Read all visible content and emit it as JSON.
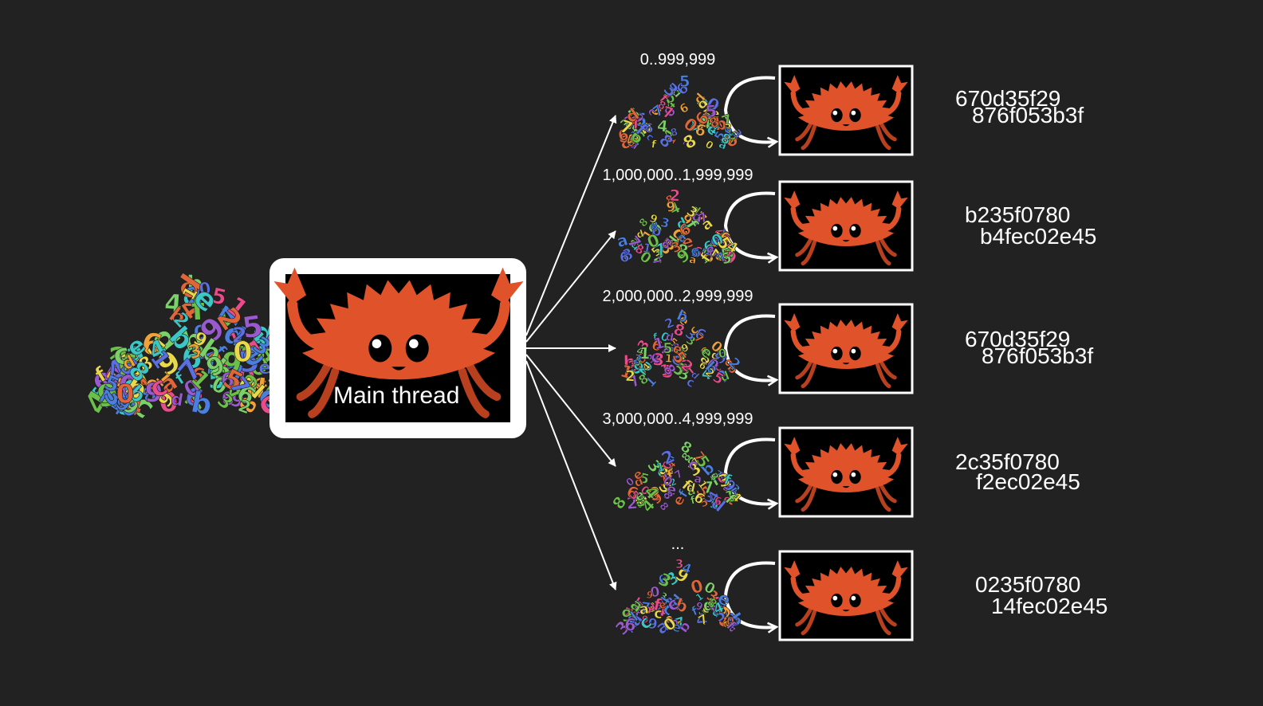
{
  "colors": {
    "background": "#222222",
    "crab": "#e0522a",
    "crab_dark": "#b8401e",
    "frame": "#ffffff",
    "arrow": "#ffffff"
  },
  "icons": {
    "number_pile": "number-pile-icon",
    "crab": "ferris-crab-icon",
    "loop": "loop-arrow-icon"
  },
  "main": {
    "label": "Main thread"
  },
  "workers": [
    {
      "range": "0..999,999",
      "hash_line1": "670d35f29",
      "hash_line2": "876f053b3f"
    },
    {
      "range": "1,000,000..1,999,999",
      "hash_line1": "b235f0780",
      "hash_line2": "b4fec02e45"
    },
    {
      "range": "2,000,000..2,999,999",
      "hash_line1": "670d35f29",
      "hash_line2": "876f053b3f"
    },
    {
      "range": "3,000,000..4,999,999",
      "hash_line1": "2c35f0780",
      "hash_line2": "f2ec02e45"
    },
    {
      "range": "...",
      "hash_line1": "0235f0780",
      "hash_line2": "14fec02e45"
    }
  ]
}
